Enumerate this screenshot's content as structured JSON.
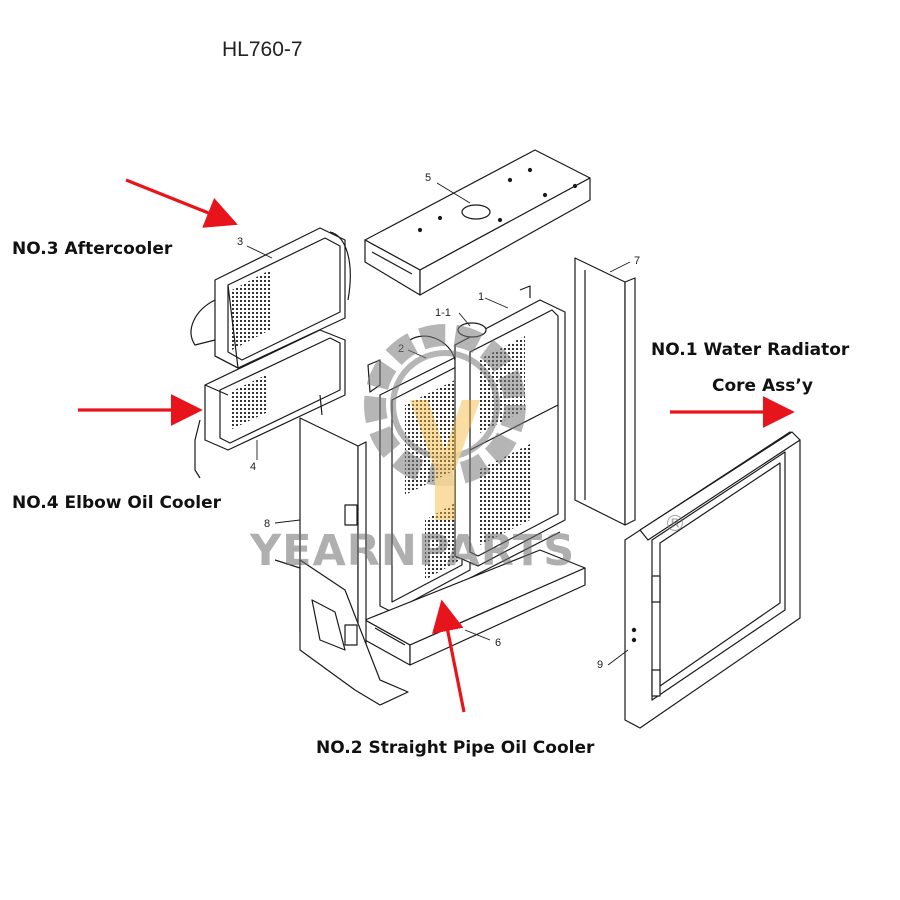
{
  "title": "HL760-7",
  "callouts": {
    "aftercooler": "NO.3 Aftercooler",
    "elbow_oil_cooler": "NO.4 Elbow Oil Cooler",
    "water_radiator_line1": "NO.1 Water Radiator",
    "water_radiator_line2": "Core  Ass’y",
    "straight_pipe": "NO.2 Straight Pipe Oil Cooler"
  },
  "part_numbers": {
    "p1": "1",
    "p1_1": "1-1",
    "p2": "2",
    "p3": "3",
    "p4": "4",
    "p5": "5",
    "p6": "6",
    "p7": "7",
    "p8": "8",
    "p9": "9"
  },
  "watermark": {
    "text": "YEARNPARTS",
    "registered": "®"
  },
  "colors": {
    "arrow": "#e8141b",
    "line": "#1a1a1a",
    "watermark_gray": "#7a7a7a",
    "watermark_gold": "#f2b63a"
  }
}
